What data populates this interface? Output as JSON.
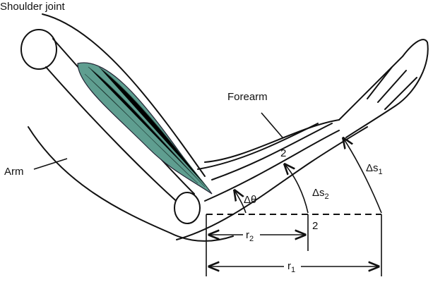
{
  "labels": {
    "shoulder": "Shoulder joint",
    "forearm": "Forearm",
    "arm": "Arm",
    "point_upper": "2",
    "point_lower": "2",
    "delta_theta": "Δθ",
    "delta_s1": "Δs",
    "delta_s1_sub": "1",
    "delta_s2": "Δs",
    "delta_s2_sub": "2",
    "r1": "r",
    "r1_sub": "1",
    "r2": "r",
    "r2_sub": "2"
  },
  "colors": {
    "muscle": "#5f9e90",
    "ink": "#111111"
  }
}
